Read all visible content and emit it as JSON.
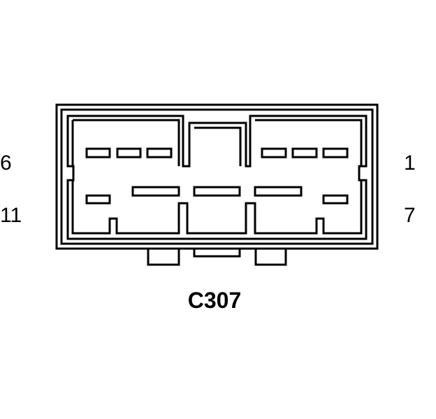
{
  "connector": {
    "id": "C307"
  },
  "pin_labels": {
    "top_left": "6",
    "top_right": "1",
    "bottom_left": "11",
    "bottom_right": "7"
  },
  "colors": {
    "line": "#000000",
    "background": "#ffffff"
  }
}
